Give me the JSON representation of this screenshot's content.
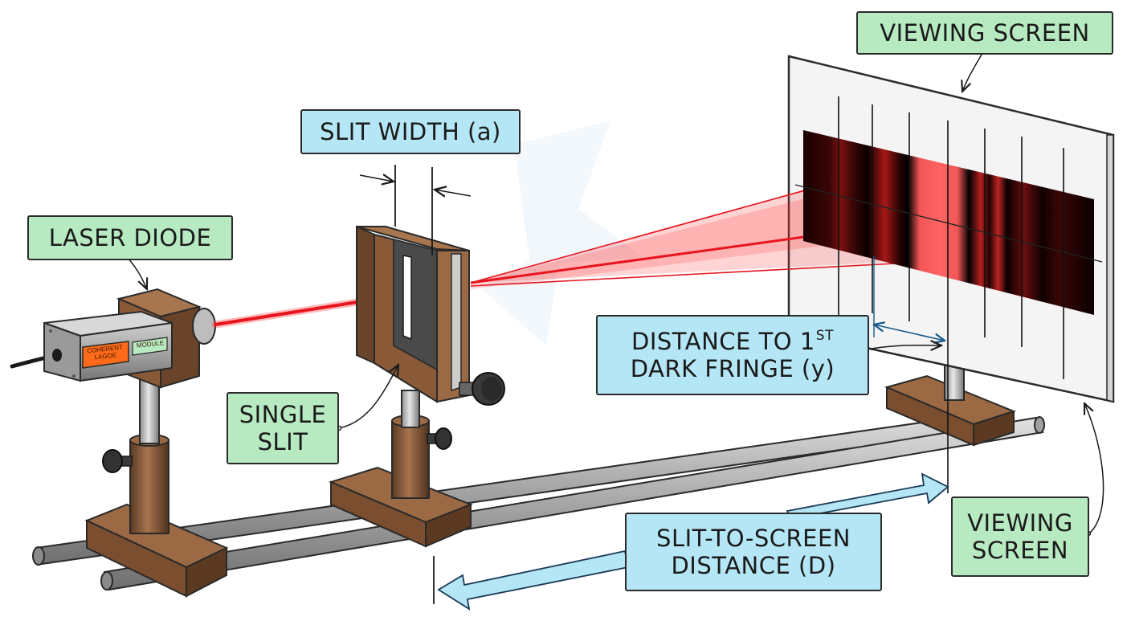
{
  "labels": {
    "viewing_screen_top": "VIEWING SCREEN",
    "slit_width": "SLIT WIDTH (a)",
    "laser_diode": "LASER DIODE",
    "single_slit_line1": "SINGLE",
    "single_slit_line2": "SLIT",
    "distance_line1": "DISTANCE TO 1",
    "distance_sup": "ST",
    "distance_line2": "DARK FRINGE (y)",
    "slit_screen_line1": "SLIT-TO-SCREEN",
    "slit_screen_line2": "DISTANCE (D)",
    "viewing_screen_line1": "VIEWING",
    "viewing_screen_line2": "SCREEN"
  },
  "device_text": {
    "panel1": "COHERENT LAGOE",
    "panel2": "MODULE"
  },
  "colors": {
    "label_green": "#b8eac2",
    "label_blue": "#b5e6f5",
    "laser_red": "#e8141e",
    "wood": "#8a5a38",
    "rail": "#a9a9a9"
  }
}
